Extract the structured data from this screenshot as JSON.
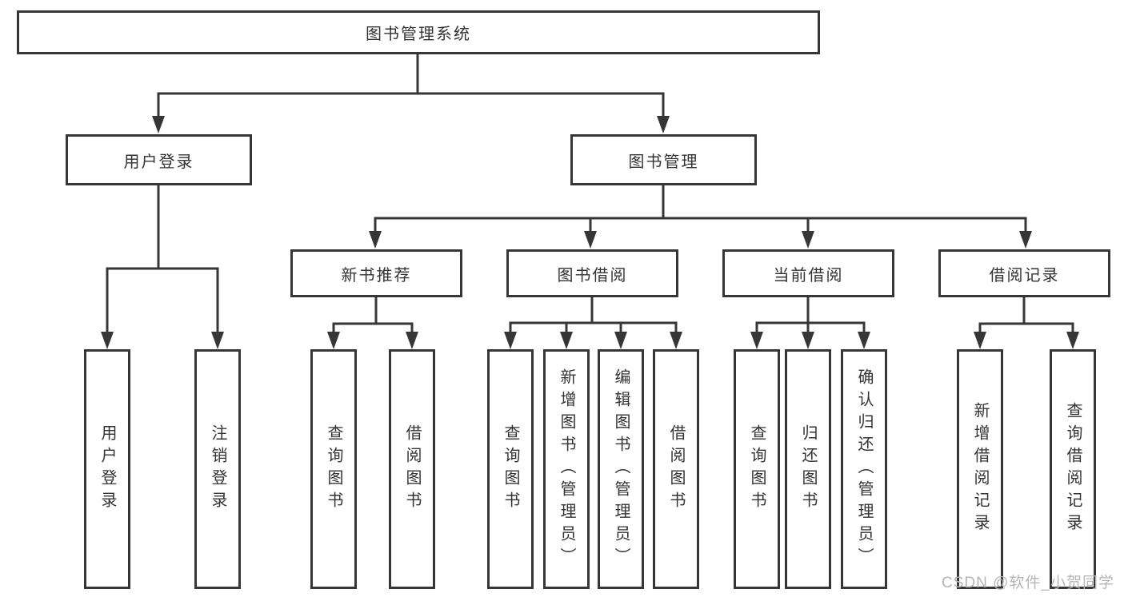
{
  "diagram": {
    "type": "hierarchy-tree",
    "tree": {
      "root": {
        "label": "图书管理系统",
        "children": [
          {
            "label": "用户登录",
            "children": [
              {
                "label": "用户登录"
              },
              {
                "label": "注销登录"
              }
            ]
          },
          {
            "label": "图书管理",
            "children": [
              {
                "label": "新书推荐",
                "children": [
                  {
                    "label": "查询图书"
                  },
                  {
                    "label": "借阅图书"
                  }
                ]
              },
              {
                "label": "图书借阅",
                "children": [
                  {
                    "label": "查询图书"
                  },
                  {
                    "label": "新增图书（管理员）"
                  },
                  {
                    "label": "编辑图书（管理员）"
                  },
                  {
                    "label": "借阅图书"
                  }
                ]
              },
              {
                "label": "当前借阅",
                "children": [
                  {
                    "label": "查询图书"
                  },
                  {
                    "label": "归还图书"
                  },
                  {
                    "label": "确认归还（管理员）"
                  }
                ]
              },
              {
                "label": "借阅记录",
                "children": [
                  {
                    "label": "新增借阅记录"
                  },
                  {
                    "label": "查询借阅记录"
                  }
                ]
              }
            ]
          }
        ]
      }
    },
    "colors": {
      "line": "#363636",
      "box_border": "#363636",
      "text": "#333333",
      "background": "#ffffff",
      "watermark": "#b5b5b5"
    }
  },
  "watermark": {
    "text": "CSDN @软件_小贺同学"
  }
}
